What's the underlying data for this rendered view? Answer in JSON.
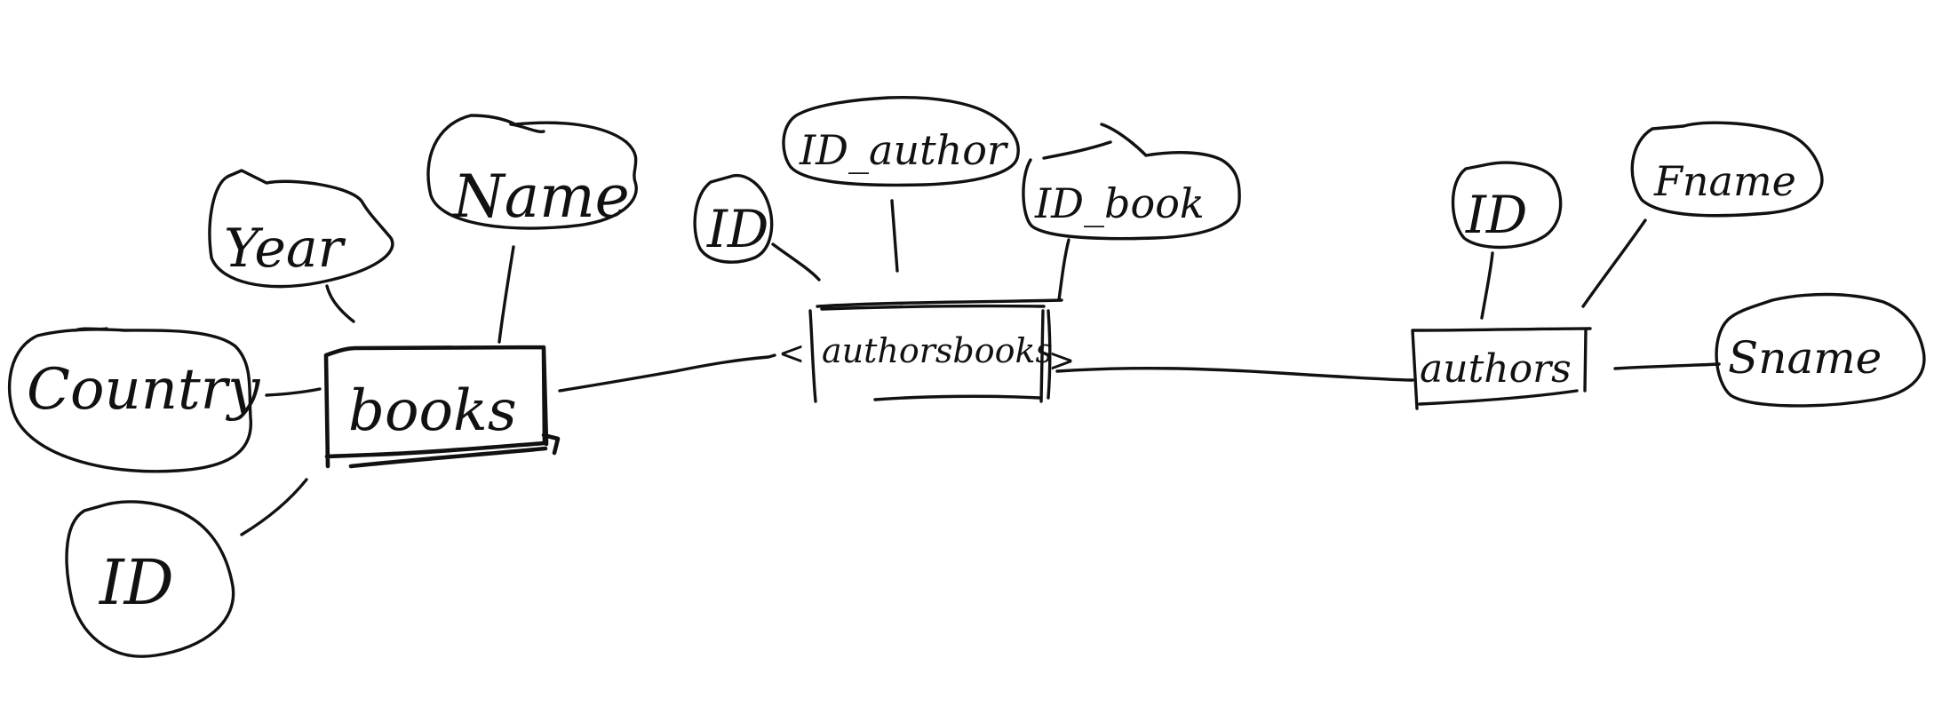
{
  "diagram": {
    "entities": {
      "books": "books",
      "authorsbooks": "authorsbooks",
      "authors": "authors"
    },
    "attributes": {
      "books_year": "Year",
      "books_name": "Name",
      "books_country": "Country",
      "books_id": "ID",
      "authorsbooks_id": "ID",
      "authorsbooks_id_author": "ID_author",
      "authorsbooks_id_book": "ID_book",
      "authors_id": "ID",
      "authors_fname": "Fname",
      "authors_sname": "Sname"
    },
    "relation_marks": {
      "left_of_authorsbooks": "<",
      "right_of_authorsbooks": ">"
    }
  }
}
